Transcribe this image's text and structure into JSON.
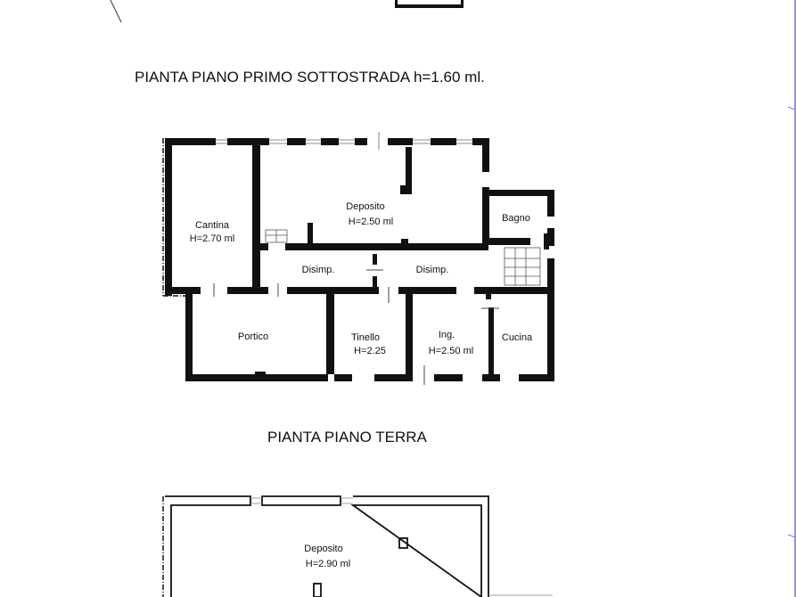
{
  "plans": [
    {
      "title": "PIANTA PIANO PRIMO SOTTOSTRADA h=1.60 ml.",
      "rooms": [
        {
          "name": "Cantina",
          "height": "H=2.70 ml"
        },
        {
          "name": "Deposito",
          "height": "H=2.50 ml"
        },
        {
          "name": "Bagno",
          "height": ""
        },
        {
          "name": "Disimp.",
          "height": ""
        },
        {
          "name": "Disimp.",
          "height": ""
        },
        {
          "name": "Portico",
          "height": ""
        },
        {
          "name": "Tinello",
          "height": "H=2.25"
        },
        {
          "name": "Ing.",
          "height": "H=2.50 ml"
        },
        {
          "name": "Cucina",
          "height": ""
        }
      ]
    },
    {
      "title": "PIANTA PIANO TERRA",
      "rooms": [
        {
          "name": "Deposito",
          "height": "H=2.90 ml"
        }
      ]
    }
  ],
  "colors": {
    "wall": "#111111",
    "background": "#ffffff",
    "edge_line": "#6a5acd"
  }
}
